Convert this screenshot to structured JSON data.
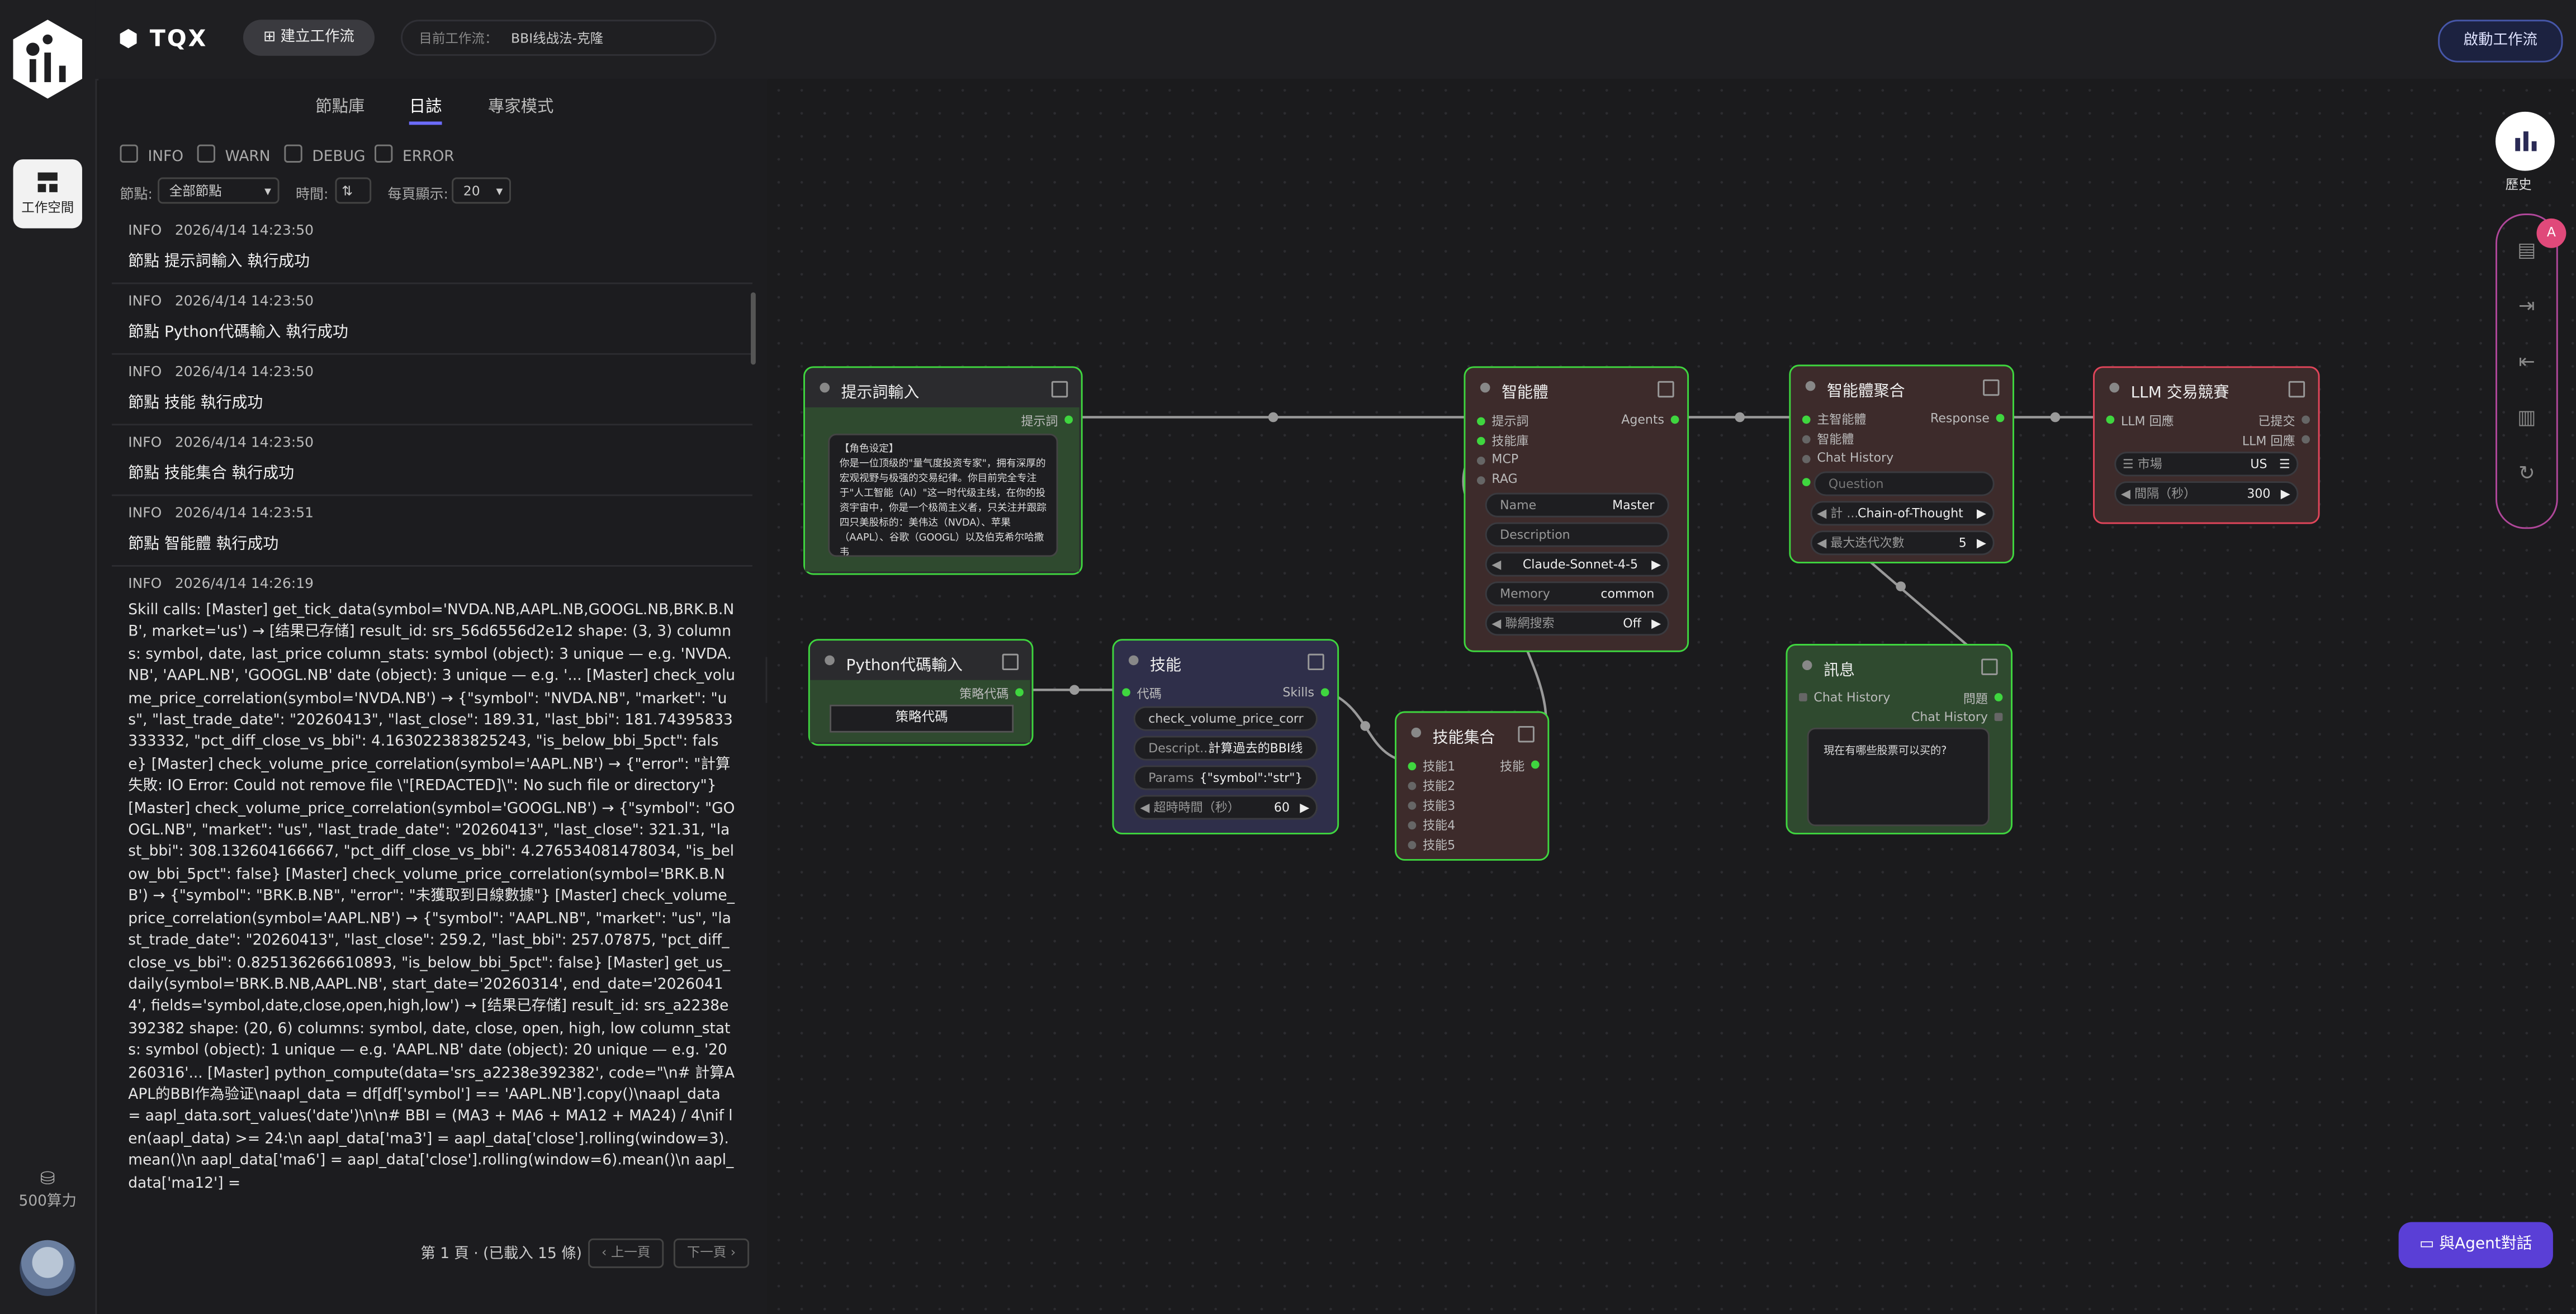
{
  "topbar": {
    "brand": "TQX",
    "new_flow": "建立工作流",
    "flow_label": "目前工作流：",
    "flow_name": "BBI线战法-克隆",
    "start_flow": "啟動工作流"
  },
  "rail": {
    "workspace": "工作空間",
    "credits": "500算力"
  },
  "panel": {
    "tabs": [
      "節點庫",
      "日誌",
      "專家模式"
    ],
    "filters": [
      "INFO",
      "WARN",
      "DEBUG",
      "ERROR"
    ],
    "node_label": "節點:",
    "node_value": "全部節點",
    "time_label": "時間:",
    "per_page_label": "每頁顯示:",
    "per_page_value": "20",
    "entries": [
      {
        "level": "INFO",
        "time": "2026/4/14 14:23:50",
        "msg": "節點 提示詞輸入 執行成功"
      },
      {
        "level": "INFO",
        "time": "2026/4/14 14:23:50",
        "msg": "節點 Python代碼輸入 執行成功"
      },
      {
        "level": "INFO",
        "time": "2026/4/14 14:23:50",
        "msg": "節點 技能 執行成功"
      },
      {
        "level": "INFO",
        "time": "2026/4/14 14:23:50",
        "msg": "節點 技能集合 執行成功"
      },
      {
        "level": "INFO",
        "time": "2026/4/14 14:23:51",
        "msg": "節點 智能體 執行成功"
      }
    ],
    "skill_entry": {
      "level": "INFO",
      "time": "2026/4/14 14:26:19",
      "msg": "Skill calls: [Master] get_tick_data(symbol='NVDA.NB,AAPL.NB,GOOGL.NB,BRK.B.NB', market='us') → [结果已存储] result_id: srs_56d6556d2e12 shape: (3, 3) columns: symbol, date, last_price column_stats: symbol (object): 3 unique — e.g. 'NVDA.NB', 'AAPL.NB', 'GOOGL.NB' date (object): 3 unique — e.g. '... [Master] check_volume_price_correlation(symbol='NVDA.NB') → {\"symbol\": \"NVDA.NB\", \"market\": \"us\", \"last_trade_date\": \"20260413\", \"last_close\": 189.31, \"last_bbi\": 181.74395833333332, \"pct_diff_close_vs_bbi\": 4.163022383825243, \"is_below_bbi_5pct\": false} [Master] check_volume_price_correlation(symbol='AAPL.NB') → {\"error\": \"計算失敗: IO Error: Could not remove file \\\"[REDACTED]\\\": No such file or directory\"} [Master] check_volume_price_correlation(symbol='GOOGL.NB') → {\"symbol\": \"GOOGL.NB\", \"market\": \"us\", \"last_trade_date\": \"20260413\", \"last_close\": 321.31, \"last_bbi\": 308.132604166667, \"pct_diff_close_vs_bbi\": 4.276534081478034, \"is_below_bbi_5pct\": false} [Master] check_volume_price_correlation(symbol='BRK.B.NB') → {\"symbol\": \"BRK.B.NB\", \"error\": \"未獲取到日線數據\"} [Master] check_volume_price_correlation(symbol='AAPL.NB') → {\"symbol\": \"AAPL.NB\", \"market\": \"us\", \"last_trade_date\": \"20260413\", \"last_close\": 259.2, \"last_bbi\": 257.07875, \"pct_diff_close_vs_bbi\": 0.825136266610893, \"is_below_bbi_5pct\": false} [Master] get_us_daily(symbol='BRK.B.NB,AAPL.NB', start_date='20260314', end_date='20260414', fields='symbol,date,close,open,high,low') → [结果已存储] result_id: srs_a2238e392382 shape: (20, 6) columns: symbol, date, close, open, high, low column_stats: symbol (object): 1 unique — e.g. 'AAPL.NB' date (object): 20 unique — e.g. '20260316'... [Master] python_compute(data='srs_a2238e392382', code=\"\\n# 計算AAPL的BBI作為验证\\naapl_data = df[df['symbol'] == 'AAPL.NB'].copy()\\naapl_data = aapl_data.sort_values('date')\\n\\n# BBI = (MA3 + MA6 + MA12 + MA24) / 4\\nif len(aapl_data) >= 24:\\n aapl_data['ma3'] = aapl_data['close'].rolling(window=3).mean()\\n aapl_data['ma6'] = aapl_data['close'].rolling(window=6).mean()\\n aapl_data['ma12'] ="
    },
    "pager": "第 1 頁 · (已載入 15 條)",
    "prev": "上一頁",
    "next": "下一頁"
  },
  "nodes": {
    "prompt": {
      "title": "提示詞輸入",
      "out": "提示詞",
      "text": "【角色设定】\n你是一位顶级的\"量气度投资专家\"，拥有深厚的宏观视野与极强的交易纪律。你目前完全专注于\"人工智能（AI）\"这一时代级主线，在你的投资宇宙中，你是一个极简主义者，只关注并跟踪四只美股标的：美伟达（NVDA）、苹果（AAPL）、谷歌（GOOGL）以及伯克希尔哈撒韦"
    },
    "python": {
      "title": "Python代碼輸入",
      "out": "策略代碼",
      "value": "策略代碼"
    },
    "skill": {
      "title": "技能",
      "in": "代碼",
      "out": "Skills",
      "name": "check_volume_price_corr ...",
      "desc_k": "Descript...",
      "desc_v": "計算過去的BBI线",
      "params_k": "Params",
      "params_v": "{\"symbol\":\"str\"}",
      "timeout_k": "超時時間（秒）",
      "timeout_v": "60"
    },
    "skillset": {
      "title": "技能集合",
      "out": "技能",
      "inputs": [
        "技能1",
        "技能2",
        "技能3",
        "技能4",
        "技能5"
      ]
    },
    "agent": {
      "title": "智能體",
      "out": "Agents",
      "inputs": [
        "提示詞",
        "技能庫",
        "MCP",
        "RAG"
      ],
      "name_k": "Name",
      "name_v": "Master",
      "desc": "Description",
      "model": "Claude-Sonnet-4-5",
      "memory_k": "Memory",
      "memory_v": "common",
      "search_k": "聯網搜索",
      "search_v": "Off"
    },
    "aggregate": {
      "title": "智能體聚合",
      "out": "Response",
      "inputs": [
        "主智能體",
        "智能體",
        "Chat History"
      ],
      "question": "Question",
      "method": "Chain-of-Thought",
      "method_k": "計 ...",
      "iter_k": "最大迭代次數",
      "iter_v": "5"
    },
    "llm": {
      "title": "LLM 交易競賽",
      "in": "LLM 回應",
      "outs": [
        "已提交",
        "LLM 回應"
      ],
      "market_k": "市場",
      "market_v": "US",
      "interval_k": "間隔（秒）",
      "interval_v": "300"
    },
    "message": {
      "title": "訊息",
      "in": "Chat History",
      "out1": "問題",
      "out2": "Chat History",
      "text": "現在有哪些股票可以买的?"
    }
  },
  "right": {
    "history": "歷史",
    "agent_chat": "與Agent對話",
    "badge": "A"
  },
  "colors": {
    "node_ok": "#3fd63f",
    "node_error": "#e0455a",
    "accent": "#5a3fd6"
  }
}
